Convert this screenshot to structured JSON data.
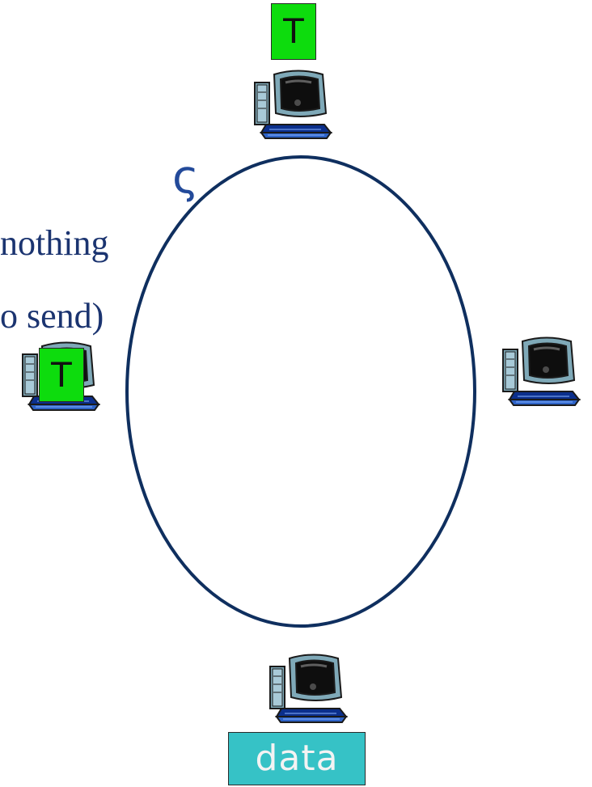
{
  "slide": {
    "partial_heading": "ς",
    "partial_line_1": "nothing",
    "partial_line_2": "o send)"
  },
  "tokens": {
    "top_label": "T",
    "left_label": "T"
  },
  "frame": {
    "label": "data"
  },
  "colors": {
    "ring": "#0f2f5f",
    "token": "#0ddc0d",
    "data_frame": "#36c2c6",
    "text": "#1b3470"
  },
  "icons": {
    "station": "desktop-computer-icon"
  }
}
